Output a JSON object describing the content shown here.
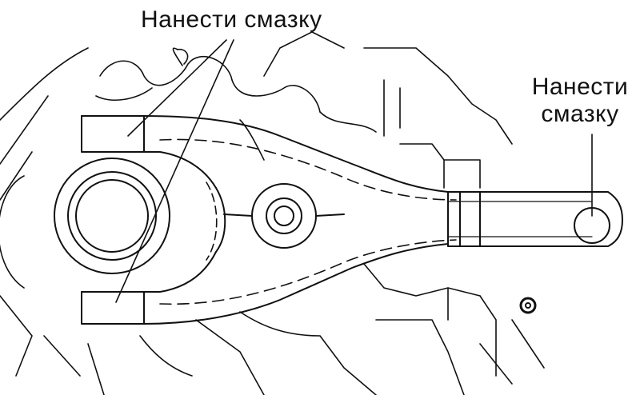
{
  "labels": {
    "top": "Нанести смазку",
    "right_line1": "Нанести",
    "right_line2": "смазку"
  },
  "colors": {
    "ink": "#111111",
    "paper": "#ffffff"
  }
}
